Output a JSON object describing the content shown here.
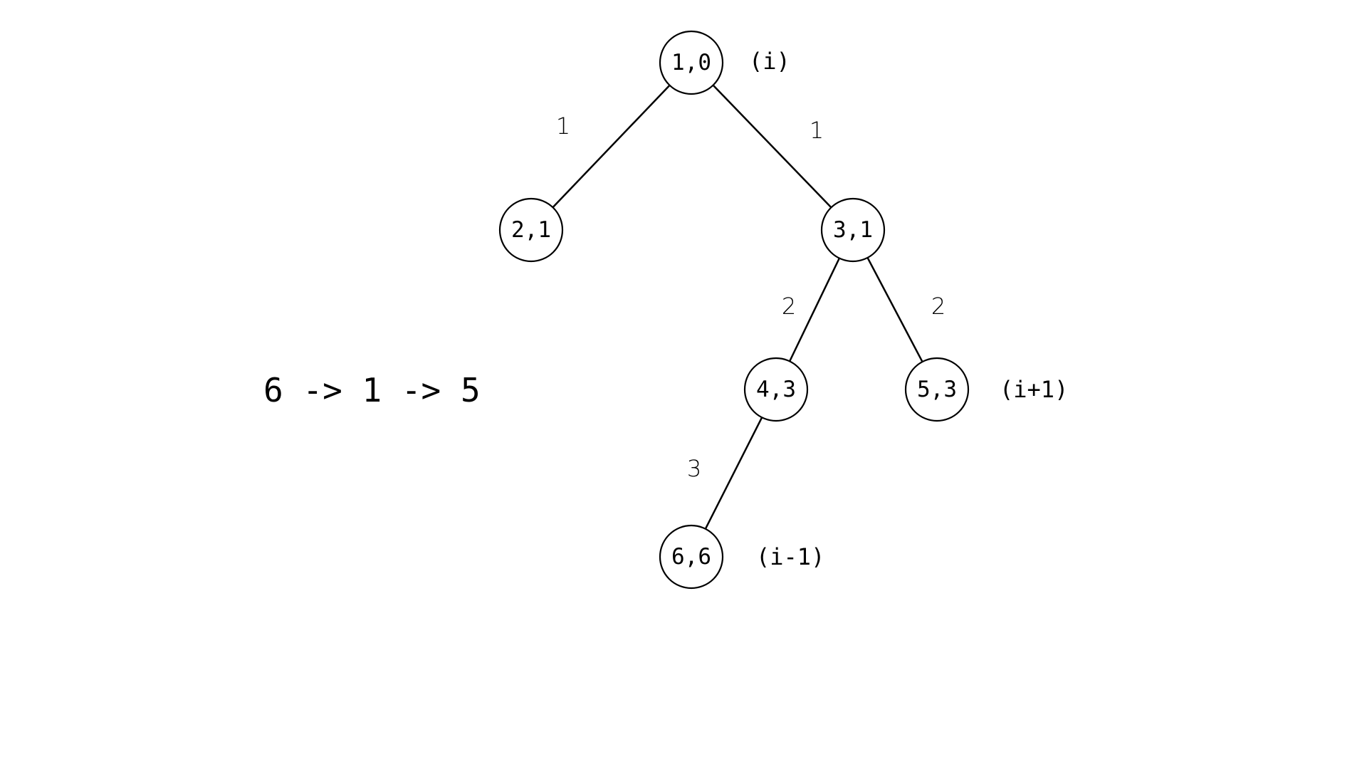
{
  "nodes": [
    {
      "id": "n1",
      "label": "1,0"
    },
    {
      "id": "n2",
      "label": "2,1"
    },
    {
      "id": "n3",
      "label": "3,1"
    },
    {
      "id": "n4",
      "label": "4,3"
    },
    {
      "id": "n5",
      "label": "5,3"
    },
    {
      "id": "n6",
      "label": "6,6"
    }
  ],
  "edges": [
    {
      "from": "n1",
      "to": "n2",
      "weight": "1"
    },
    {
      "from": "n1",
      "to": "n3",
      "weight": "1"
    },
    {
      "from": "n3",
      "to": "n4",
      "weight": "2"
    },
    {
      "from": "n3",
      "to": "n5",
      "weight": "2"
    },
    {
      "from": "n4",
      "to": "n6",
      "weight": "3"
    }
  ],
  "annotations": {
    "root": "(i)",
    "right_leaf": "(i+1)",
    "bottom_leaf": "(i-1)"
  },
  "path_text": "6 -> 1 -> 5"
}
